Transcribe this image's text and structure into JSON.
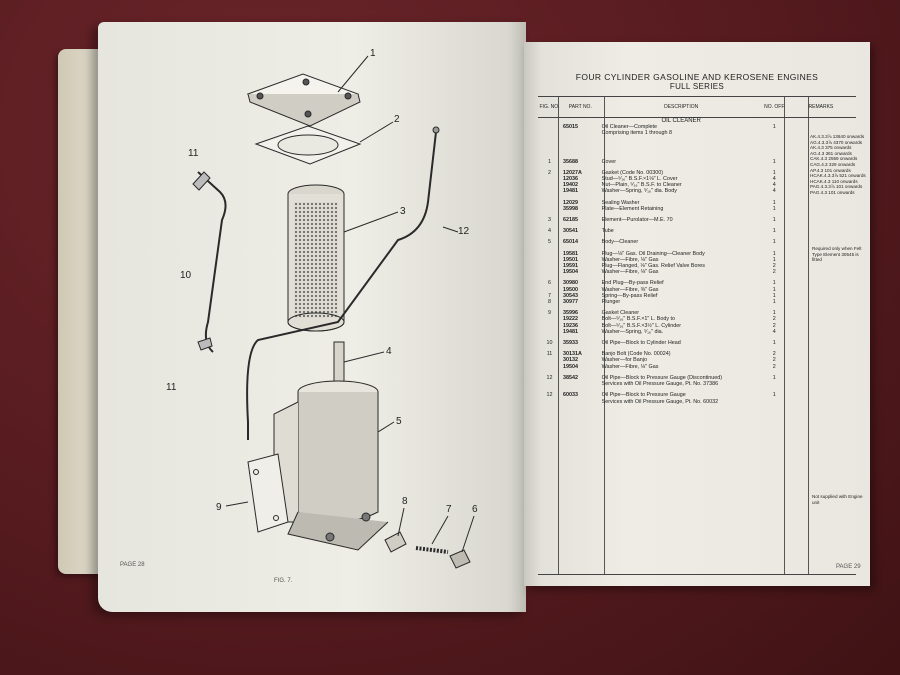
{
  "left_page": {
    "page_label": "PAGE 28",
    "figure_caption": "FIG. 7.",
    "callouts": [
      "1",
      "2",
      "3",
      "4",
      "5",
      "6",
      "7",
      "8",
      "9",
      "10",
      "11",
      "11",
      "12"
    ]
  },
  "right_page": {
    "title": "FOUR CYLINDER GASOLINE AND KEROSENE ENGINES",
    "subtitle": "FULL SERIES",
    "page_label": "PAGE 29",
    "columns": {
      "fig": "FIG. NO.",
      "part": "PART NO.",
      "desc": "DESCRIPTION",
      "off": "NO. OFF",
      "remarks": "REMARKS"
    },
    "section_title": "OIL CLEANER",
    "rows": [
      {
        "fig": "",
        "part": "65015",
        "desc": "Oil Cleaner—Complete",
        "off": "1"
      },
      {
        "fig": "",
        "part": "",
        "desc": "Comprising items 1 through 8",
        "off": ""
      },
      {
        "fig": "1",
        "part": "35688",
        "desc": "Cover",
        "off": "1"
      },
      {
        "fig": "2",
        "part": "12027A",
        "desc": "Gasket (Code No. 00300)",
        "off": "1"
      },
      {
        "fig": "",
        "part": "12036",
        "desc": "Stud—⁵⁄₁₆\" B.S.F.×1⅛\" L.   Cover",
        "off": "4"
      },
      {
        "fig": "",
        "part": "19402",
        "desc": "Nut—Plain, ⁵⁄₁₆\" B.S.F.   to Cleaner",
        "off": "4"
      },
      {
        "fig": "",
        "part": "19481",
        "desc": "Washer—Spring, ⁵⁄₁₆\" dia.   Body",
        "off": "4"
      },
      {
        "fig": "",
        "part": "12029",
        "desc": "Sealing Washer",
        "off": "1"
      },
      {
        "fig": "",
        "part": "35998",
        "desc": "Plate—Element Retaining",
        "off": "1"
      },
      {
        "fig": "3",
        "part": "62185",
        "desc": "Element—Purolator—M.E. 70",
        "off": "1"
      },
      {
        "fig": "4",
        "part": "30541",
        "desc": "Tube",
        "off": "1"
      },
      {
        "fig": "5",
        "part": "65014",
        "desc": "Body—Cleaner",
        "off": "1"
      },
      {
        "fig": "",
        "part": "19581",
        "desc": "Plug—⅛\" Gas. Oil Draining—Cleaner Body",
        "off": "1"
      },
      {
        "fig": "",
        "part": "19501",
        "desc": "Washer—Fibre, ⅛\" Gas",
        "off": "1"
      },
      {
        "fig": "",
        "part": "19591",
        "desc": "Plug—Flanged, ⅛\" Gas. Relief Valve Bores",
        "off": "2"
      },
      {
        "fig": "",
        "part": "19504",
        "desc": "Washer—Fibre, ⅛\" Gas",
        "off": "2"
      },
      {
        "fig": "6",
        "part": "30980",
        "desc": "End Plug—By-pass Relief",
        "off": "1"
      },
      {
        "fig": "",
        "part": "19500",
        "desc": "Washer—Fibre, ⅜\" Gas",
        "off": "1"
      },
      {
        "fig": "7",
        "part": "30543",
        "desc": "Spring—By-pass Relief",
        "off": "1"
      },
      {
        "fig": "8",
        "part": "30977",
        "desc": "Plunger",
        "off": "1"
      },
      {
        "fig": "9",
        "part": "35996",
        "desc": "Gasket   Cleaner",
        "off": "1"
      },
      {
        "fig": "",
        "part": "19222",
        "desc": "Bolt—⁵⁄₁₆\" B.S.F.×1\" L.   Body to",
        "off": "2"
      },
      {
        "fig": "",
        "part": "19236",
        "desc": "Bolt—⁵⁄₁₆\" B.S.F.×3½\" L.   Cylinder",
        "off": "2"
      },
      {
        "fig": "",
        "part": "19481",
        "desc": "Washer—Spring, ⁵⁄₁₆\" dia.",
        "off": "4"
      },
      {
        "fig": "10",
        "part": "35933",
        "desc": "Oil Pipe—Block to Cylinder Head",
        "off": "1"
      },
      {
        "fig": "11",
        "part": "30131A",
        "desc": "Banjo Bolt (Code No. 00024)",
        "off": "2"
      },
      {
        "fig": "",
        "part": "30132",
        "desc": "Washer—for Banjo",
        "off": "2"
      },
      {
        "fig": "",
        "part": "19504",
        "desc": "Washer—Fibre, ⅛\" Gas",
        "off": "2"
      },
      {
        "fig": "12",
        "part": "38542",
        "desc": "Oil Pipe—Block to Pressure Gauge (Discontinued)",
        "off": "1"
      },
      {
        "fig": "",
        "part": "",
        "desc": "Services with Oil Pressure Gauge, Pt. No. 37386",
        "off": ""
      },
      {
        "fig": "12",
        "part": "60033",
        "desc": "Oil Pipe—Block to Pressure Gauge",
        "off": "1"
      },
      {
        "fig": "",
        "part": "",
        "desc": "Services with Oil Pressure Gauge, Pt. No. 60032",
        "off": ""
      }
    ],
    "remarks_serials": [
      "AK.4.3.3⅞ 13640 onwards",
      "AG.4.3.3⅞ 4370 onwards",
      "AK.4.3  375 onwards",
      "AG.4.3  361 onwards",
      "CAK.4.3 2559 onwards",
      "CAG.4.3  329 onwards",
      "AP.4.3  101 onwards",
      "HCAK.4.3.3⅞ 521 onwards",
      "HCAK.4.3 110 onwards",
      "PAG.4.3.3⅞ 101 onwards",
      "PAG.4.3  101 onwards"
    ],
    "remark_felt": "Required only when Felt Type Element 30545 is fitted",
    "remark_engine": "Not supplied with Engine unit"
  },
  "colors": {
    "cloth": "#5a1e22",
    "paper": "#eceae2",
    "ink": "#222222"
  }
}
